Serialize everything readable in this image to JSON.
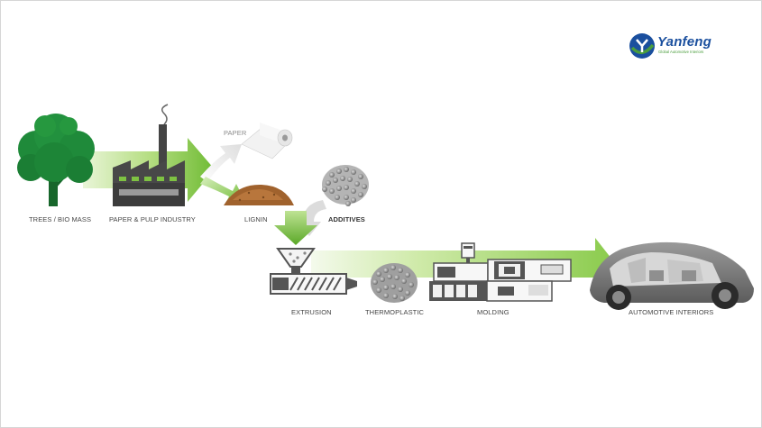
{
  "logo": {
    "name": "Yanfeng",
    "tagline": "Global Automotive Interiors"
  },
  "labels": {
    "trees": "TREES / BIO MASS",
    "paper_pulp": "PAPER & PULP INDUSTRY",
    "paper": "PAPER",
    "lignin": "LIGNIN",
    "additives": "ADDITIVES",
    "extrusion": "EXTRUSION",
    "thermoplastic": "THERMOPLASTIC",
    "molding": "MOLDING",
    "automotive_interiors": "AUTOMOTIVE INTERIORS"
  },
  "colors": {
    "arrow_green": "#7ec242",
    "tree_green": "#1f8a3a",
    "brand_blue": "#1a4f9e",
    "brand_green": "#4a9d3c",
    "machine_gray": "#555555"
  }
}
